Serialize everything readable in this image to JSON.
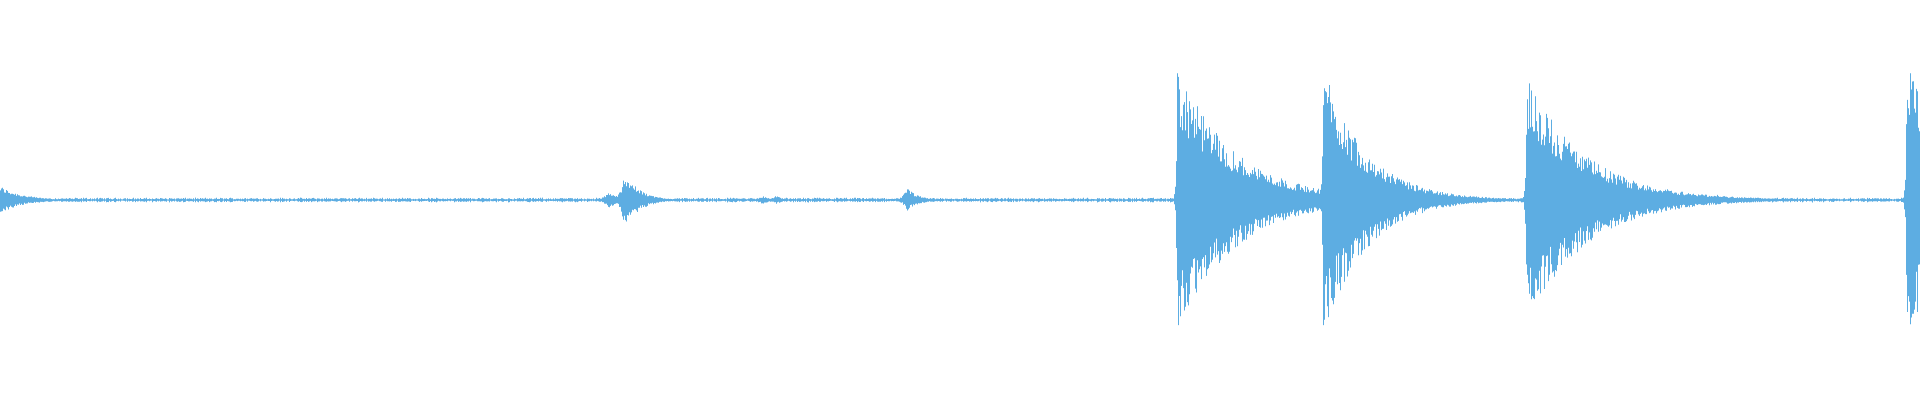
{
  "waveform": {
    "color": "#5dade2",
    "baseline_noise": 0.012,
    "events": [
      {
        "time": 0.0,
        "amplitude": 0.1,
        "decay": 0.012,
        "attack": 0.001
      },
      {
        "time": 0.143,
        "amplitude": 0.015,
        "decay": 0.002,
        "attack": 0.0005
      },
      {
        "time": 0.317,
        "amplitude": 0.06,
        "decay": 0.006,
        "attack": 0.003
      },
      {
        "time": 0.325,
        "amplitude": 0.2,
        "decay": 0.008,
        "attack": 0.002
      },
      {
        "time": 0.381,
        "amplitude": 0.02,
        "decay": 0.003,
        "attack": 0.001
      },
      {
        "time": 0.397,
        "amplitude": 0.03,
        "decay": 0.004,
        "attack": 0.003
      },
      {
        "time": 0.404,
        "amplitude": 0.03,
        "decay": 0.004,
        "attack": 0.003
      },
      {
        "time": 0.453,
        "amplitude": 0.015,
        "decay": 0.004,
        "attack": 0.002
      },
      {
        "time": 0.472,
        "amplitude": 0.09,
        "decay": 0.006,
        "attack": 0.002
      },
      {
        "time": 0.613,
        "amplitude": 0.95,
        "decay": 0.03,
        "attack": 0.0005
      },
      {
        "time": 0.689,
        "amplitude": 0.98,
        "decay": 0.022,
        "attack": 0.0005
      },
      {
        "time": 0.795,
        "amplitude": 0.9,
        "decay": 0.03,
        "attack": 0.0005
      },
      {
        "time": 0.894,
        "amplitude": 0.04,
        "decay": 0.004,
        "attack": 0.002
      },
      {
        "time": 0.993,
        "amplitude": 1.0,
        "decay": 0.025,
        "attack": 0.0005
      }
    ]
  }
}
